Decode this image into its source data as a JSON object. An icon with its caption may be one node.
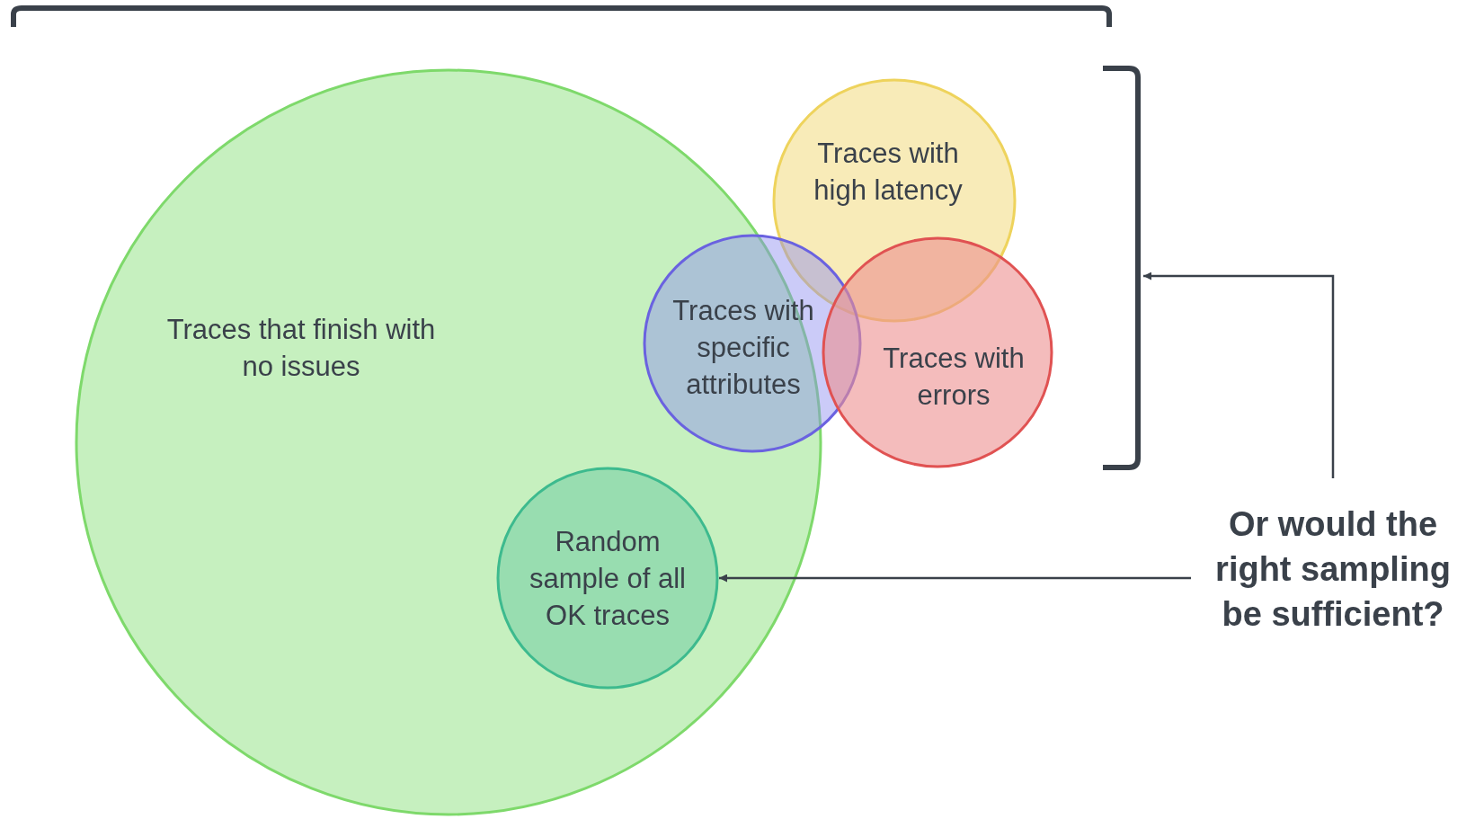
{
  "diagram": {
    "nodes": [
      {
        "text": [
          "Traces that finish with no issues"
        ]
      },
      {
        "text": [
          "Traces with high latency"
        ]
      },
      {
        "text": [
          "Traces with specific attributes"
        ]
      },
      {
        "text": [
          "Traces with errors"
        ]
      },
      {
        "text": [
          "Random sample of all OK traces"
        ],
        "in": 0
      },
      {
        "text": [
          "Or would the right sampling be sufficient?"
        ]
      },
      {
        "text": [],
        "shape": "bracket"
      }
    ],
    "edges": [
      {
        "from": 5,
        "to": 6,
        "arrow": "to"
      },
      {
        "from": 5,
        "to": 4,
        "arrow": "to"
      }
    ]
  }
}
